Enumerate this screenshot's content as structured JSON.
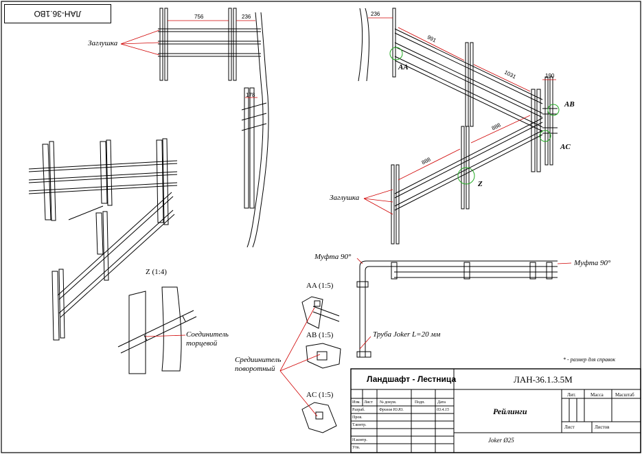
{
  "stamp_code": "ЛАН-36.1ВО",
  "labels": {
    "zaglushka_top": "Заглушка",
    "zaglushka_right": "Заглушка",
    "aa": "AA",
    "ab": "AB",
    "ac": "AC",
    "z": "Z",
    "z_detail": "Z (1:4)",
    "aa_detail": "AA (1:5)",
    "ab_detail": "AB (1:5)",
    "ac_detail": "AC (1:5)",
    "coupler_90_left": "Муфта 90°",
    "coupler_90_right": "Муфта 90°",
    "joker_pipe": "Труба Joker L=20 мм",
    "connector_end_line1": "Соединитель",
    "connector_end_line2": "торцевой",
    "connector_turn_line1": "Средиинитель",
    "connector_turn_line2": "поворотный",
    "reference_note": "* - размер для справок"
  },
  "dimensions": {
    "d756": "756",
    "d236_top": "236",
    "d236_right": "236",
    "d991": "991",
    "d1031": "1031",
    "d190": "190",
    "d888_upper": "888",
    "d888_lower": "888",
    "d178": "178"
  },
  "title_block": {
    "project": "Ландшафт - Лестница",
    "code": "ЛАН-36.1.3.5М",
    "name": "Рейлинги",
    "material": "Joker Ø25",
    "col_izm": "Изм.",
    "col_list": "Лист",
    "col_doc": "№ докум.",
    "col_sign": "Подп.",
    "col_date": "Дата",
    "row_razrab": "Разраб.",
    "razrab_name": "Фролов Ю.Ю.",
    "razrab_date": "03.4.15",
    "row_prov": "Пров.",
    "row_tkontr": "Т.контр.",
    "row_nkontr": "Н.контр.",
    "row_utv": "Утв.",
    "lit": "Лит.",
    "massa": "Масса",
    "masshtab": "Масштаб",
    "sheet": "Лист",
    "sheets": "Листов"
  },
  "colors": {
    "dimension": "#d00000",
    "detail_circle": "#22aa22",
    "line": "#000000"
  }
}
